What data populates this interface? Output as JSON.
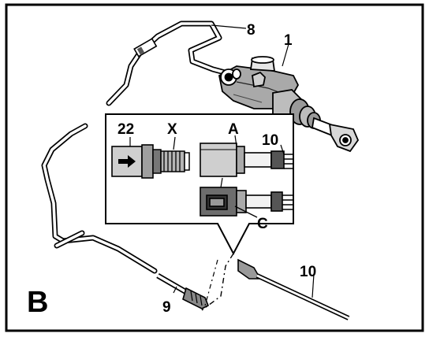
{
  "figure": {
    "panel_letter": "B",
    "callouts": {
      "line_8": "8",
      "master_cylinder_1": "1",
      "item_22": "22",
      "item_x": "X",
      "detail_a": "A",
      "item_10_inset": "10",
      "detail_c": "C",
      "item_9": "9",
      "line_10": "10"
    }
  }
}
